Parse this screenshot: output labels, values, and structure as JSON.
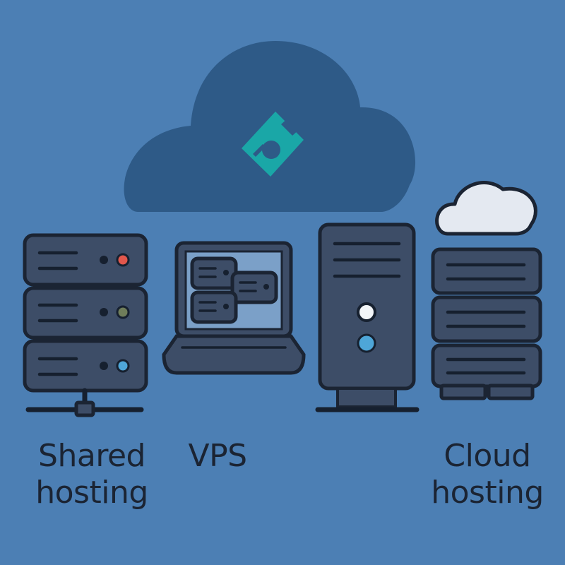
{
  "colors": {
    "background": "#4c7fb4",
    "cloud_big": "#2e5a87",
    "logo_teal": "#1aa7a7",
    "server_body": "#3d4d67",
    "server_outline": "#1b2433",
    "server_line": "#16202f",
    "small_cloud": "#e4e9f1",
    "laptop_screen": "#7ba0c8",
    "led_red": "#e2574c",
    "led_olive": "#6f7d5a",
    "led_blue": "#4ea6d8",
    "led_white": "#f2f5f8",
    "text": "#1b2433"
  },
  "labels": {
    "shared": {
      "line1": "Shared",
      "line2": "hosting"
    },
    "vps": {
      "line1": "VPS"
    },
    "cloud": {
      "line1": "Cloud",
      "line2": "hosting"
    }
  },
  "icons": {
    "big_cloud": "cloud-icon",
    "logo": "hosting-logo-icon",
    "shared": "server-rack-icon",
    "vps": "laptop-vps-icon",
    "dedicated": "tower-server-icon",
    "cloud": "cloud-server-stack-icon"
  }
}
